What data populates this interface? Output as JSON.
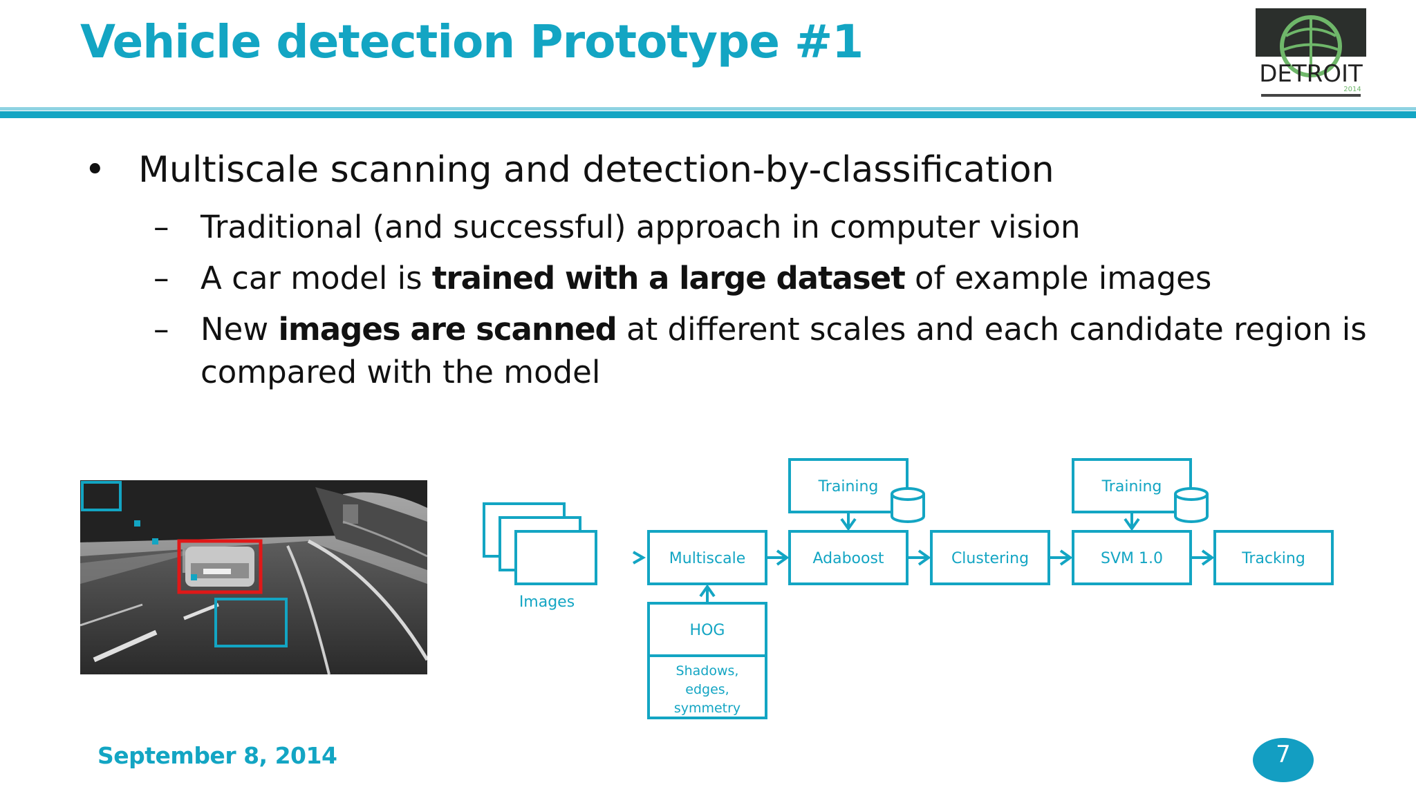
{
  "slide": {
    "title": "Vehicle detection Prototype #1",
    "logo_text": "DETROIT",
    "logo_year": "2014",
    "date": "September 8, 2014",
    "page_number": "7",
    "accent_color": "#13a5c3"
  },
  "bullets": {
    "main": "Multiscale scanning and detection-by-classification",
    "sub1": "Traditional (and successful) approach in computer vision",
    "sub2_pre": "A car model is ",
    "sub2_bold": "trained with a large dataset",
    "sub2_post": " of example images",
    "sub3_pre": "New ",
    "sub3_bold": "images are scanned",
    "sub3_post": " at different scales and each candidate region is compared with the model"
  },
  "diagram": {
    "images_label": "Images",
    "multiscale": "Multiscale",
    "hog": "HOG",
    "features": [
      "Shadows,",
      "edges,",
      "symmetry"
    ],
    "training1": "Training",
    "adaboost": "Adaboost",
    "clustering": "Clustering",
    "training2": "Training",
    "svm": "SVM 1.0",
    "tracking": "Tracking"
  }
}
